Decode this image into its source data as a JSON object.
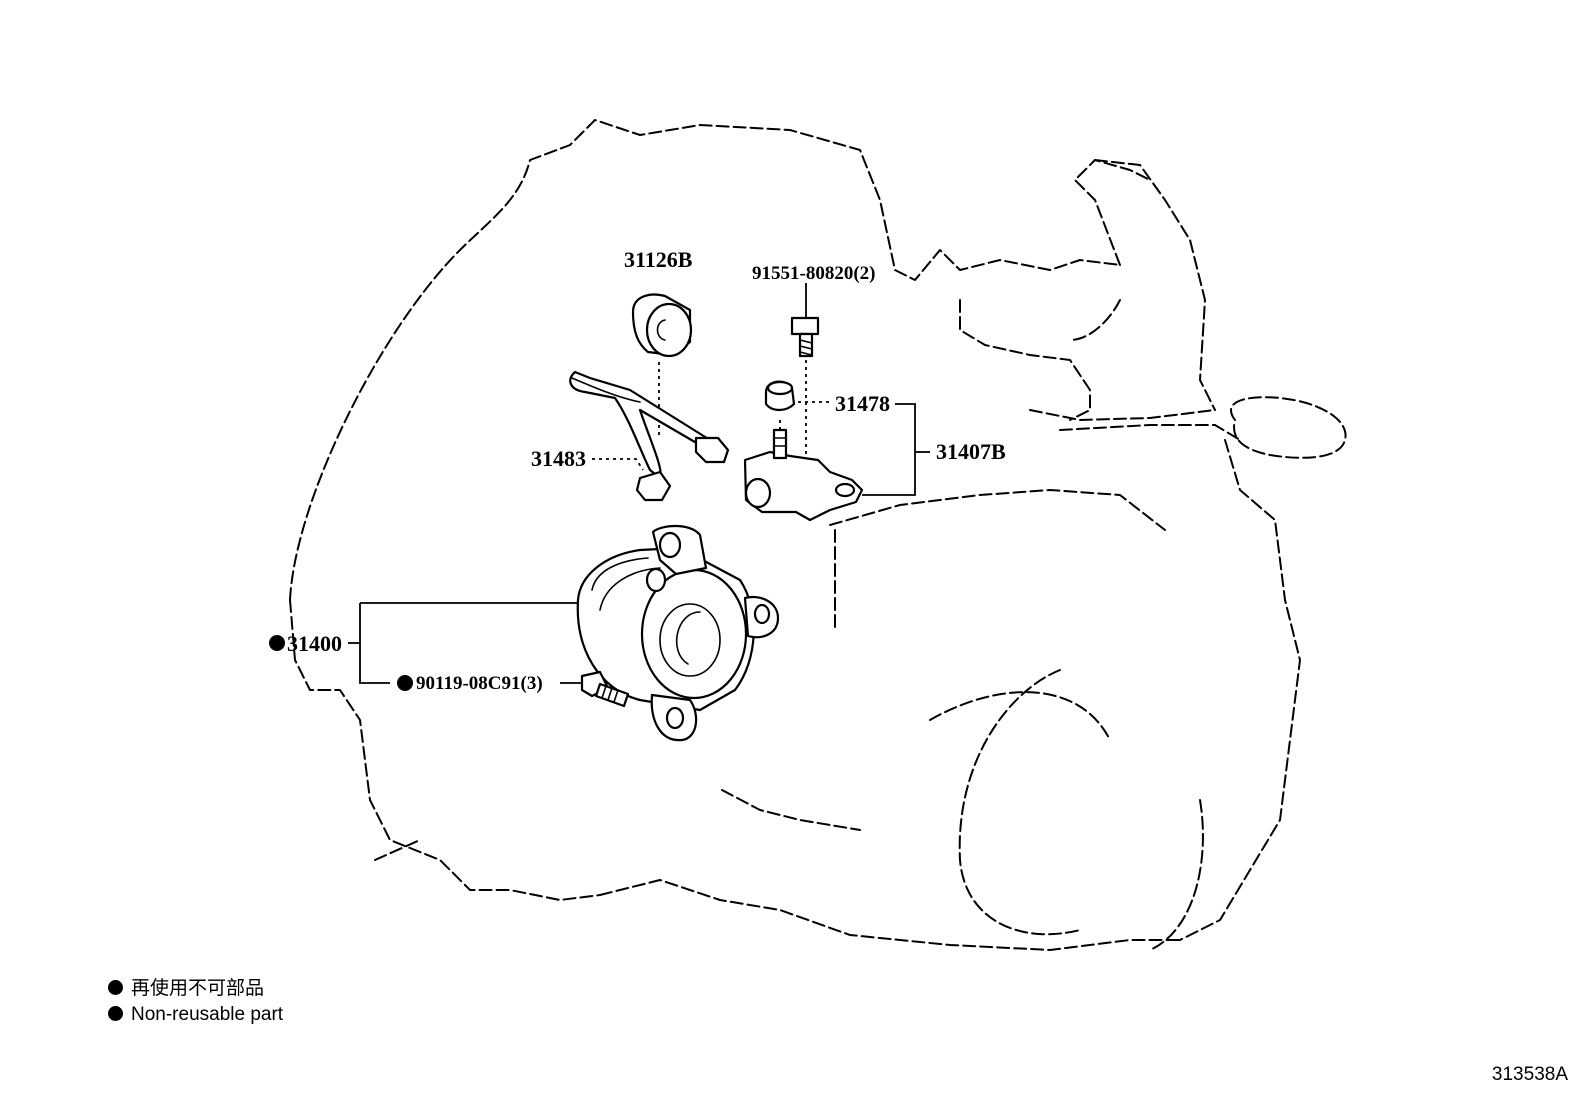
{
  "parts": {
    "grommet": "31126B",
    "bolt": "91551-80820(2)",
    "bleeder_cap": "31478",
    "tube": "31483",
    "bracket": "31407B",
    "release_cylinder": "31400",
    "screw": "90119-08C91(3)"
  },
  "legend": {
    "japanese": "再使用不可部品",
    "english": "Non-reusable part"
  },
  "figure_code": "313538A"
}
